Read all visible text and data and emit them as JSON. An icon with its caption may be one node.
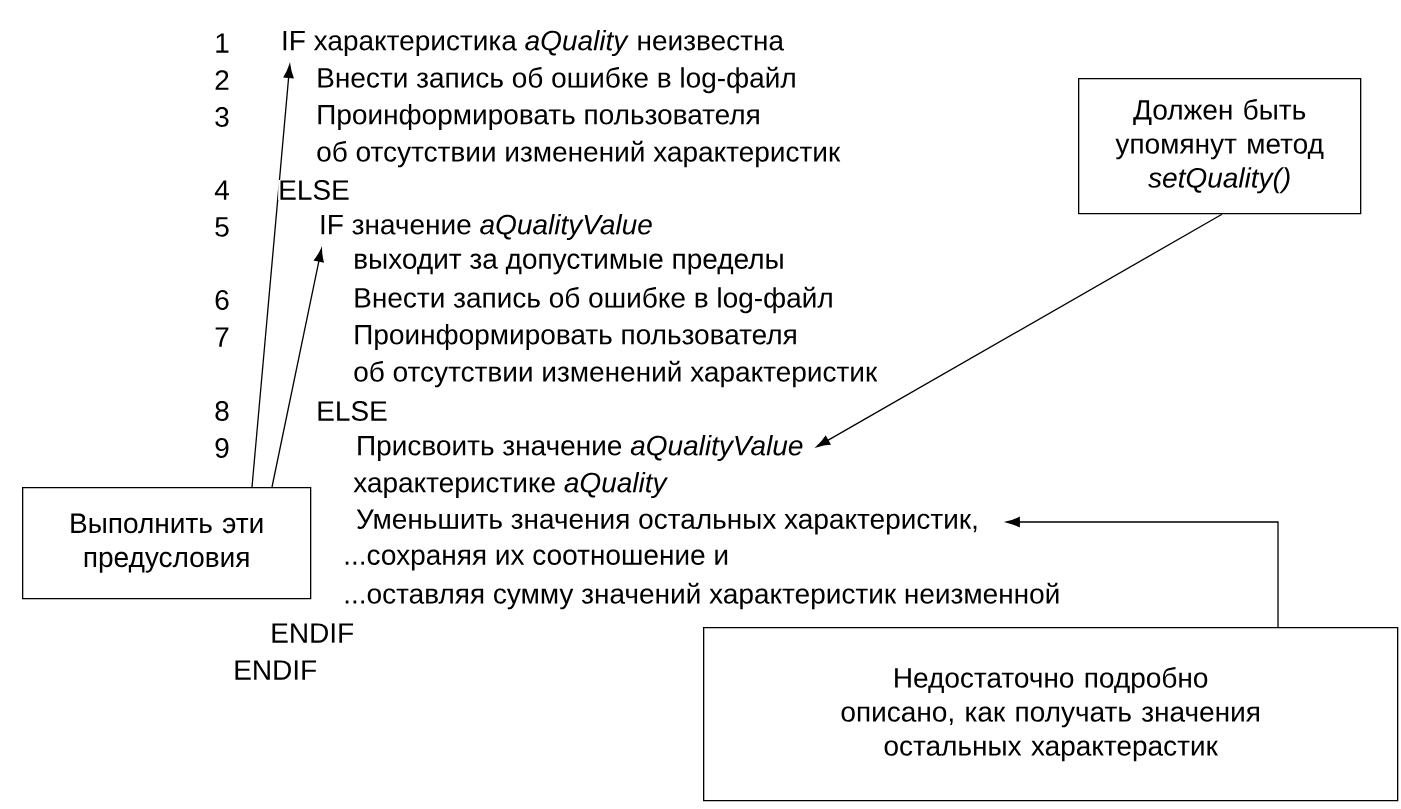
{
  "diagram": {
    "nodes": [
      {
        "text": [
          "IF характеристика *aQuality* неизвестна"
        ]
      },
      {
        "text": [
          "IF значение *aQualityValue*"
        ]
      },
      {
        "text": [
          "Присвоить значение *aQualityValue*"
        ]
      },
      {
        "text": [
          "Уменьшить значения остальных характеристик,"
        ]
      },
      {
        "text": [
          "Выполнить эти предусловия"
        ]
      },
      {
        "text": [
          "Должен быть упомянут метод *setQuality()*"
        ]
      },
      {
        "text": [
          "Недостаточно подробно описано, как получать значения остальных характерастик"
        ]
      }
    ],
    "edges": [
      {
        "from": 4,
        "to": 0,
        "arrow": "to"
      },
      {
        "from": 4,
        "to": 1,
        "arrow": "to"
      },
      {
        "from": 5,
        "to": 2,
        "arrow": "to"
      },
      {
        "from": 6,
        "to": 3,
        "arrow": "to"
      }
    ],
    "labels": [
      "1",
      "2",
      "Внести запись об ошибке в log-файл",
      "3",
      "Проинформировать пользователя",
      "об отсутствии изменений характеристик",
      "4",
      "ELSE",
      "5",
      "выходит за допустимые пределы",
      "6",
      "Внести запись об ошибке в log-файл",
      "7",
      "Проинформировать пользователя",
      "об отсутствии изменений характеристик",
      "8",
      "ELSE",
      "9",
      "характеристике *aQuality*",
      "...сохраняя их соотношение и",
      "...оставляя сумму значений характеристик неизменной",
      "ENDIF",
      "ENDIF"
    ]
  }
}
